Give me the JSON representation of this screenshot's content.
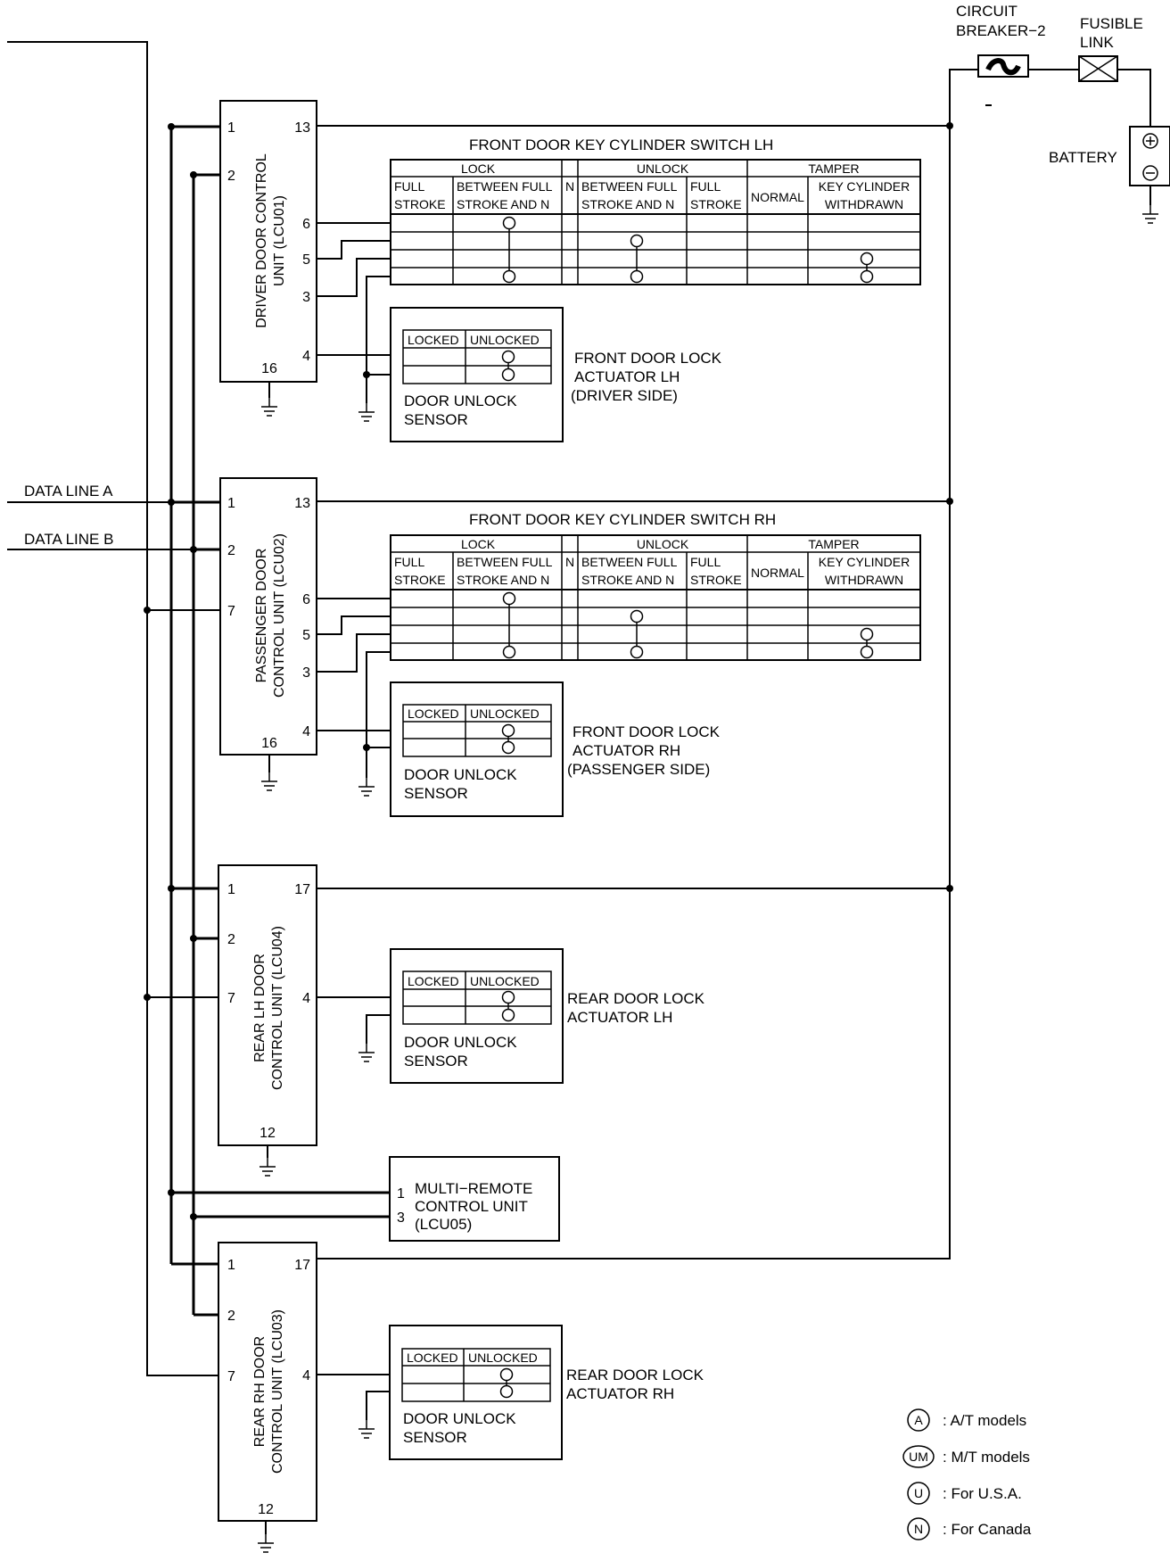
{
  "power": {
    "circuit_breaker": [
      "CIRCUIT",
      "BREAKER−2"
    ],
    "fusible_link": [
      "FUSIBLE",
      "LINK"
    ],
    "battery": "BATTERY"
  },
  "data_lines": {
    "a": "DATA LINE A",
    "b": "DATA LINE B"
  },
  "units": [
    {
      "name": [
        "DRIVER DOOR CONTROL",
        "UNIT (LCU01)"
      ],
      "pins": [
        "1",
        "2",
        "13",
        "6",
        "5",
        "3",
        "4",
        "16"
      ]
    },
    {
      "name": [
        "PASSENGER DOOR",
        "CONTROL UNIT (LCU02)"
      ],
      "pins": [
        "1",
        "2",
        "7",
        "13",
        "6",
        "5",
        "3",
        "4",
        "16"
      ]
    },
    {
      "name": [
        "REAR LH DOOR",
        "CONTROL UNIT (LCU04)"
      ],
      "pins": [
        "1",
        "2",
        "7",
        "17",
        "4",
        "12"
      ]
    },
    {
      "name": [
        "REAR RH DOOR",
        "CONTROL UNIT (LCU03)"
      ],
      "pins": [
        "1",
        "2",
        "7",
        "17",
        "4",
        "12"
      ]
    }
  ],
  "key_switch": {
    "lh_title": "FRONT DOOR KEY CYLINDER SWITCH LH",
    "rh_title": "FRONT DOOR KEY CYLINDER SWITCH RH",
    "groups": [
      "LOCK",
      "UNLOCK",
      "TAMPER"
    ],
    "columns": [
      [
        "FULL",
        "STROKE"
      ],
      [
        "BETWEEN FULL",
        "STROKE AND N"
      ],
      [
        "N"
      ],
      [
        "BETWEEN FULL",
        "STROKE AND N"
      ],
      [
        "FULL",
        "STROKE"
      ],
      [
        "NORMAL"
      ],
      [
        "KEY CYLINDER",
        "WITHDRAWN"
      ]
    ]
  },
  "actuator_table": {
    "locked": "LOCKED",
    "unlocked": "UNLOCKED",
    "sensor": [
      "DOOR UNLOCK",
      "SENSOR"
    ]
  },
  "actuators": {
    "front_lh": [
      "FRONT DOOR LOCK",
      "ACTUATOR LH",
      "(DRIVER SIDE)"
    ],
    "front_rh": [
      "FRONT DOOR LOCK",
      "ACTUATOR RH",
      "(PASSENGER SIDE)"
    ],
    "rear_lh": [
      "REAR DOOR LOCK",
      "ACTUATOR LH"
    ],
    "rear_rh": [
      "REAR DOOR LOCK",
      "ACTUATOR RH"
    ]
  },
  "multi_remote": {
    "pins": [
      "1",
      "3"
    ],
    "name": [
      "MULTI−REMOTE",
      "CONTROL UNIT",
      "(LCU05)"
    ]
  },
  "legend": [
    {
      "symbol": "A",
      "text": ": A/T models"
    },
    {
      "symbol": "UM",
      "text": ": M/T models"
    },
    {
      "symbol": "U",
      "text": ": For U.S.A."
    },
    {
      "symbol": "N",
      "text": ": For Canada"
    }
  ]
}
